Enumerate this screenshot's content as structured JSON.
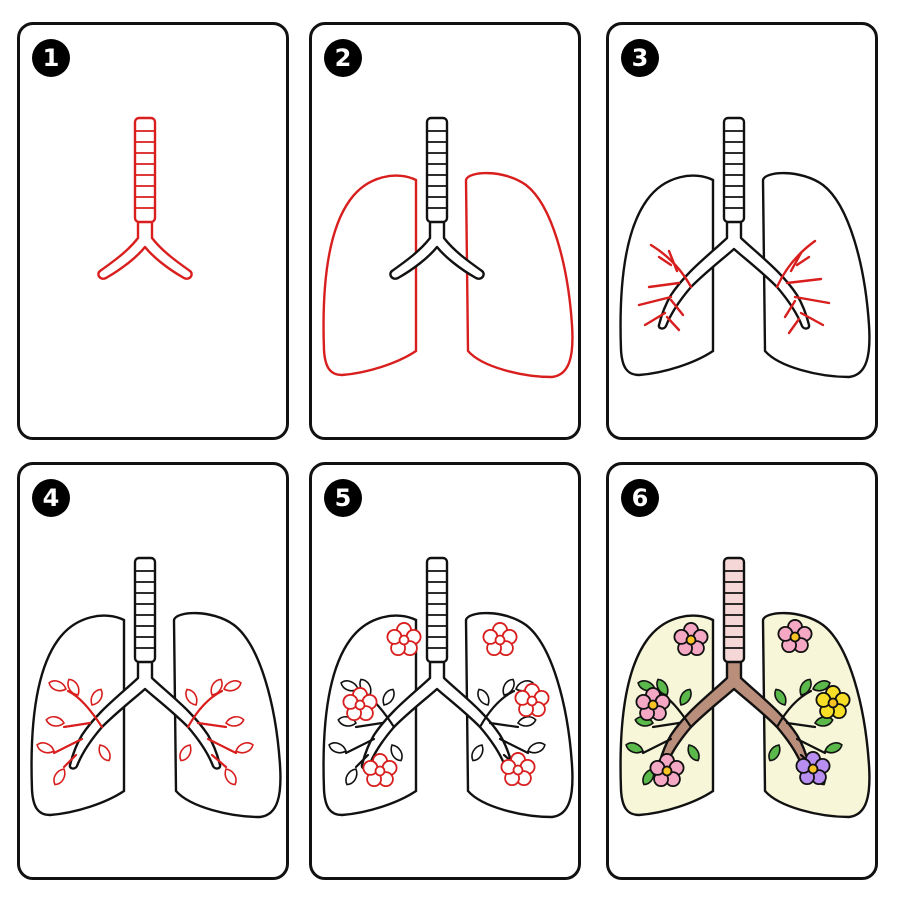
{
  "steps": [
    {
      "number": "1"
    },
    {
      "number": "2"
    },
    {
      "number": "3"
    },
    {
      "number": "4"
    },
    {
      "number": "5"
    },
    {
      "number": "6"
    }
  ],
  "colors": {
    "new_stroke": "#d91e1e",
    "outline": "#111111",
    "lung_fill": "#f7f6d8",
    "bronchi_fill": "#b98e7b",
    "trachea_fill": "#f6d7d7",
    "leaf_fill": "#5bb84a",
    "flower_pink": "#f4a8c4",
    "flower_yellow": "#f7df28",
    "flower_purple": "#b88ef0",
    "flower_center": "#f7c325"
  },
  "icons": {
    "trachea": "trachea-icon",
    "lungs": "lungs-icon",
    "flower": "flower-icon",
    "leaf": "leaf-icon"
  }
}
